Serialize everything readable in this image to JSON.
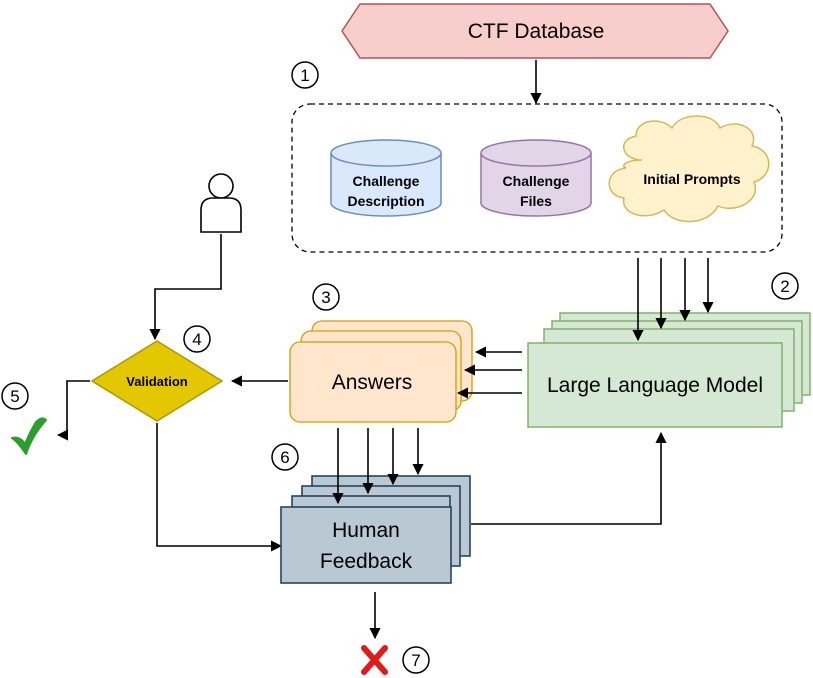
{
  "database": {
    "label": "CTF Database"
  },
  "inputs": {
    "challenge_description": [
      "Challenge",
      "Description"
    ],
    "challenge_files": [
      "Challenge",
      "Files"
    ],
    "initial_prompts": "Initial Prompts"
  },
  "llm": {
    "label": "Large Language Model"
  },
  "answers": {
    "label": "Answers"
  },
  "validation": {
    "label": "Validation"
  },
  "feedback": {
    "label_line1": "Human",
    "label_line2": "Feedback"
  },
  "steps": [
    "1",
    "2",
    "3",
    "4",
    "5",
    "6",
    "7"
  ],
  "icons": {
    "success": "checkmark-icon",
    "failure": "cross-icon",
    "user": "user-icon"
  },
  "colors": {
    "database_fill": "#f8cecc",
    "database_stroke": "#b85450",
    "desc_fill": "#dae8fc",
    "desc_stroke": "#6c8ebf",
    "files_fill": "#e1d5e7",
    "files_stroke": "#9673a6",
    "prompts_fill": "#fff2cc",
    "prompts_stroke": "#d6b656",
    "llm_fill": "#d5e8d4",
    "llm_stroke": "#82b366",
    "answers_fill": "#ffe6cc",
    "answers_stroke": "#d79b00",
    "validation_fill": "#e3c800",
    "validation_stroke": "#b09500",
    "feedback_fill": "#bac8d3",
    "feedback_stroke": "#23445d",
    "success": "#2d9e2d",
    "failure": "#e01b1b"
  }
}
